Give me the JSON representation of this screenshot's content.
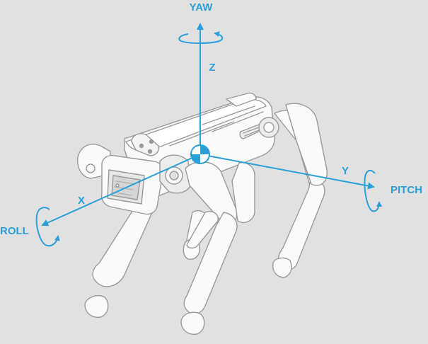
{
  "diagram": {
    "labels": {
      "yaw": "YAW",
      "z": "Z",
      "y": "Y",
      "pitch": "PITCH",
      "x": "X",
      "roll": "ROLL"
    },
    "colors": {
      "background": "#e1e1e1",
      "axis": "#2a9fd8",
      "robot_fill": "#fafafa",
      "robot_stroke": "#9a9a9a"
    }
  }
}
